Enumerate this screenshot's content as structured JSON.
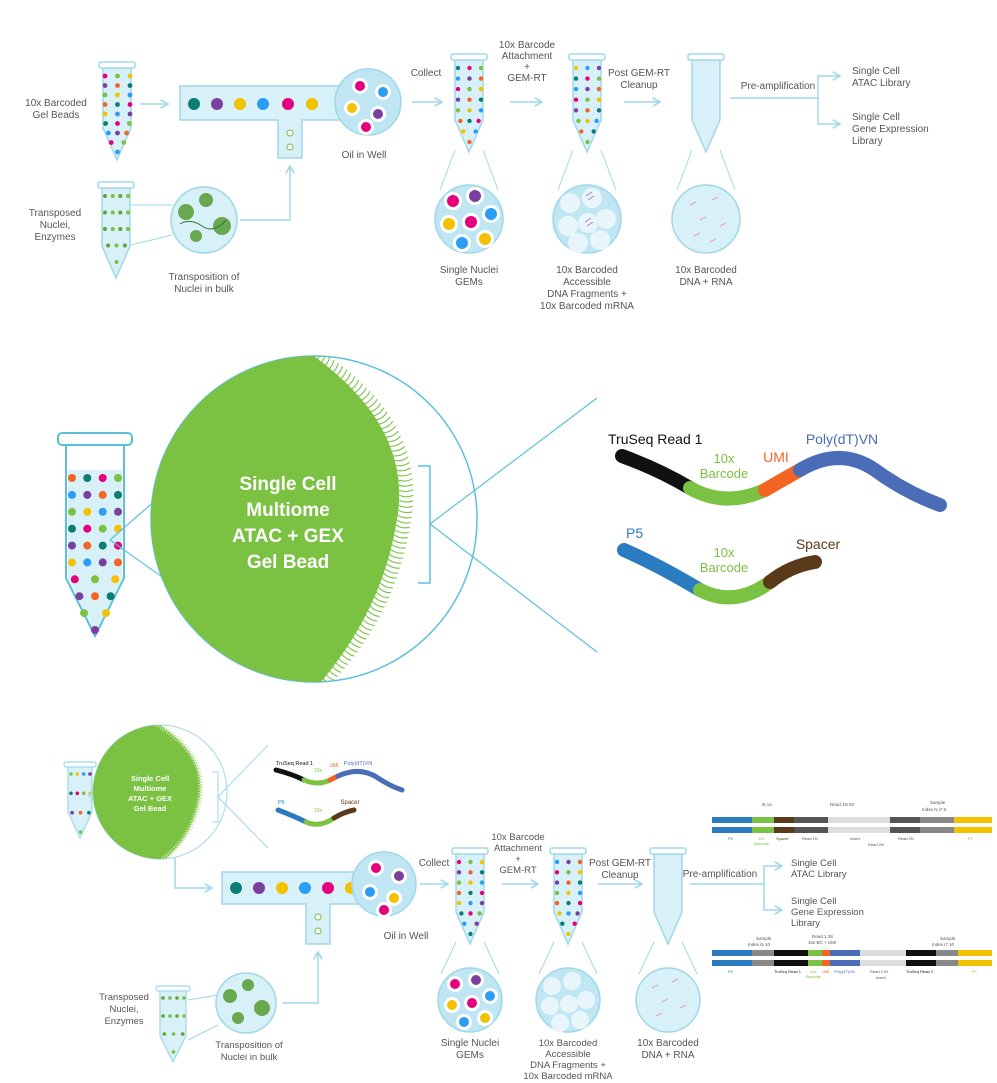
{
  "colors": {
    "line": "#9fd8e8",
    "tube_fill": "#d8f0f7",
    "tube_stroke": "#9fd8e8",
    "bead_green": "#7bc142",
    "label": "#555555",
    "read1_black": "#111111",
    "barcode_green": "#7bc142",
    "umi_orange": "#f26522",
    "polydt_blue": "#4b6cb7",
    "p5_blue": "#2a7bc0",
    "spacer_brown": "#5a3a1a",
    "dot_colors": [
      "#e6007e",
      "#7bc142",
      "#f2c200",
      "#2a9df4",
      "#7b3fa0",
      "#f26522",
      "#0a7d74"
    ]
  },
  "top": {
    "label_beads": [
      "10x Barcoded",
      "Gel Beads"
    ],
    "label_nuclei": [
      "Transposed",
      "Nuclei,",
      "Enzymes"
    ],
    "label_transposition": [
      "Transposition of",
      "Nuclei in bulk"
    ],
    "label_oil": "Oil in Well",
    "label_collect": "Collect",
    "label_attach": [
      "10x Barcode",
      "Attachment",
      "+",
      "GEM-RT"
    ],
    "label_cleanup": [
      "Post GEM-RT",
      "Cleanup"
    ],
    "label_preamp": "Pre-amplification",
    "label_atac": [
      "Single Cell",
      "ATAC Library"
    ],
    "label_gex": [
      "Single Cell",
      "Gene Expression",
      "Library"
    ],
    "label_gems": [
      "Single Nuclei",
      "GEMs"
    ],
    "label_fragments": [
      "10x Barcoded",
      "Accessible",
      "DNA Fragments +",
      "10x Barcoded mRNA"
    ],
    "label_dna_rna": [
      "10x Barcoded",
      "DNA + RNA"
    ]
  },
  "middle": {
    "bead_title": [
      "Single Cell",
      "Multiome",
      "ATAC + GEX",
      "Gel Bead"
    ],
    "oligo1": {
      "read1": "TruSeq Read 1",
      "barcode": [
        "10x",
        "Barcode"
      ],
      "umi": "UMI",
      "polydt": "Poly(dT)VN"
    },
    "oligo2": {
      "p5": "P5",
      "barcode": [
        "10x",
        "Barcode"
      ],
      "spacer": "Spacer"
    }
  },
  "bottom": {
    "bead_title": [
      "Single Cell",
      "Multiome",
      "ATAC + GEX",
      "Gel Bead"
    ],
    "oligo1": {
      "read1": "TruSeq Read 1",
      "barcode": "10x",
      "umi": "UMI",
      "polydt": "Poly(dT)VN"
    },
    "oligo2": {
      "p5": "P5",
      "barcode": "10x",
      "spacer": "Spacer"
    },
    "label_nuclei": [
      "Transposed",
      "Nuclei,",
      "Enzymes"
    ],
    "label_transposition": [
      "Transposition of",
      "Nuclei in bulk"
    ],
    "label_oil": "Oil in Well",
    "label_collect": "Collect",
    "label_attach": [
      "10x Barcode",
      "Attachment",
      "+",
      "GEM-RT"
    ],
    "label_cleanup": [
      "Post GEM-RT",
      "Cleanup"
    ],
    "label_preamp": "Pre-amplification",
    "label_atac": [
      "Single Cell",
      "ATAC Library"
    ],
    "label_gex": [
      "Single Cell",
      "Gene Expression",
      "Library"
    ],
    "label_gems": [
      "Single Nuclei",
      "GEMs"
    ],
    "label_fragments": [
      "10x Barcoded",
      "Accessible",
      "DNA Fragments +",
      "10x Barcoded mRNA"
    ],
    "label_dna_rna": [
      "10x Barcoded",
      "DNA + RNA"
    ],
    "atac_construct": {
      "top_labels": [
        "i5 1a",
        "Read 1N 50",
        "Sample",
        "Index N i7 8"
      ],
      "bottom_labels": [
        "P5",
        "10x",
        "Barcode",
        "Spacer",
        "Read 1N",
        "Insert",
        "Read 2N",
        "Read 2N",
        "P7"
      ]
    },
    "gex_construct": {
      "top_labels": [
        "Sample",
        "Index i5 10",
        "Read 1 28",
        "10x BC + UMI",
        "Sample",
        "Index i7 10"
      ],
      "bottom_labels": [
        "P5",
        "TruSeq Read 1",
        "10x",
        "Barcode",
        "UMI",
        "Poly(dT)VN",
        "Read 2 91",
        "Insert",
        "TruSeq Read 2",
        "P7"
      ]
    }
  }
}
